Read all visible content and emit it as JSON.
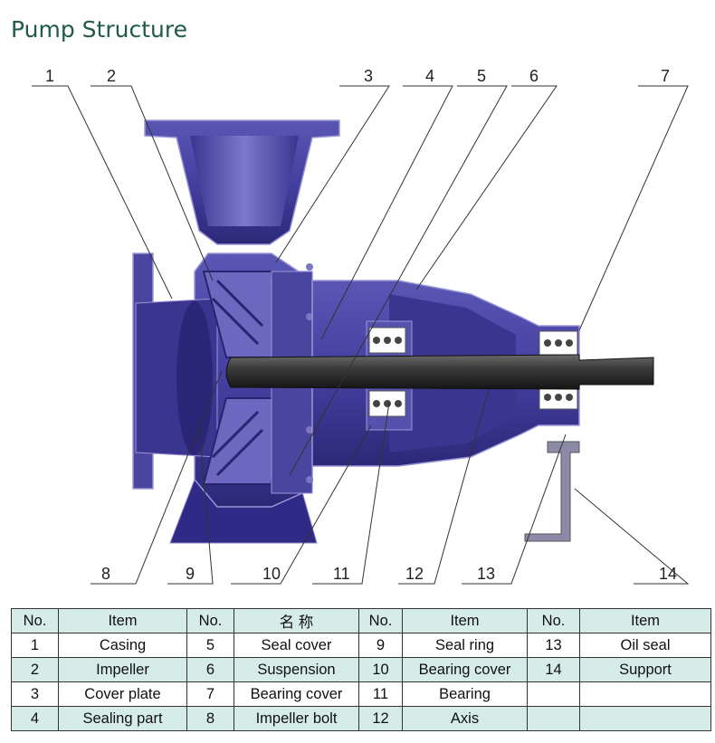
{
  "title": "Pump Structure",
  "callouts": [
    "1",
    "2",
    "3",
    "4",
    "5",
    "6",
    "7",
    "8",
    "9",
    "10",
    "11",
    "12",
    "13",
    "14"
  ],
  "table": {
    "headers": [
      "No.",
      "Item",
      "No.",
      "名 称",
      "No.",
      "Item",
      "No.",
      "Item"
    ],
    "rows": [
      [
        "1",
        "Casing",
        "5",
        "Seal cover",
        "9",
        "Seal ring",
        "13",
        "Oil seal"
      ],
      [
        "2",
        "Impeller",
        "6",
        "Suspension",
        "10",
        "Bearing cover",
        "14",
        "Support"
      ],
      [
        "3",
        "Cover plate",
        "7",
        "Bearing cover",
        "11",
        "Bearing",
        "",
        ""
      ],
      [
        "4",
        "Sealing part",
        "8",
        "Impeller bolt",
        "12",
        "Axis",
        "",
        ""
      ]
    ]
  },
  "colors": {
    "body": "#4a46a0",
    "body_dark": "#2a2470",
    "body_light": "#8a86d0",
    "shaft": "#2e2e2e",
    "outline": "#7a7a8a",
    "table_shade": "#d6ece8"
  }
}
